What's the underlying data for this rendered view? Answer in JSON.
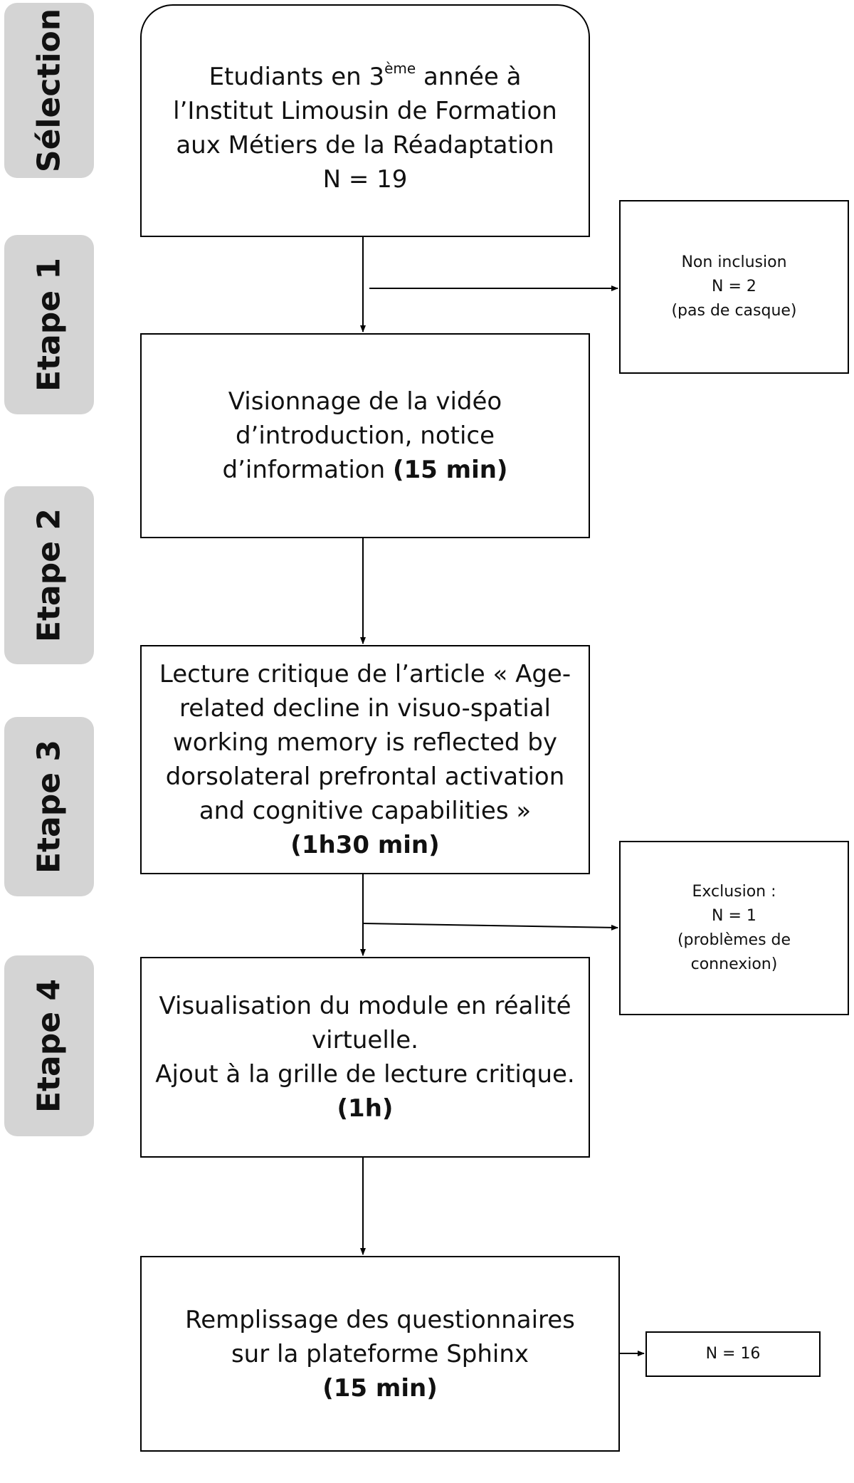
{
  "stages": [
    {
      "id": "selection",
      "label": "Sélection"
    },
    {
      "id": "etape1",
      "label": "Etape 1"
    },
    {
      "id": "etape2",
      "label": "Etape 2"
    },
    {
      "id": "etape3",
      "label": "Etape 3"
    },
    {
      "id": "etape4",
      "label": "Etape 4"
    }
  ],
  "boxes": {
    "selection": {
      "line1_pre": "Etudiants en 3",
      "line1_sup": "ème",
      "line1_post": " année à",
      "line2": "l’Institut Limousin de Formation",
      "line3": "aux Métiers de la Réadaptation",
      "line4": "N = 19"
    },
    "etape1": {
      "line1": "Visionnage de la vidéo",
      "line2": "d’introduction, notice",
      "line3_pre": "d’information ",
      "line3_bold": "(15 min)"
    },
    "etape2": {
      "line1": "Lecture critique de l’article « Age-",
      "line2": "related decline in visuo-spatial",
      "line3": "working memory is reflected by",
      "line4": "dorsolateral prefrontal activation",
      "line5": "and cognitive capabilities »",
      "line6_bold": "(1h30 min)"
    },
    "etape3": {
      "line1": "Visualisation du module en réalité",
      "line2": "virtuelle.",
      "line3": "Ajout à la grille de lecture critique.",
      "line4_bold": "(1h)"
    },
    "etape4": {
      "line1": "Remplissage des questionnaires",
      "line2": "sur la plateforme Sphinx",
      "line3_bold": "(15 min)"
    },
    "non_inclusion": {
      "line1": "Non inclusion",
      "line2": "N = 2",
      "line3": "(pas de casque)"
    },
    "exclusion": {
      "line1": "Exclusion :",
      "line2": "N = 1",
      "line3": "(problèmes de",
      "line4": "connexion)"
    },
    "result": {
      "line1": "N = 16"
    }
  },
  "colors": {
    "stage_background": "#d4d4d4",
    "box_border": "#000000",
    "arrow": "#000000"
  }
}
